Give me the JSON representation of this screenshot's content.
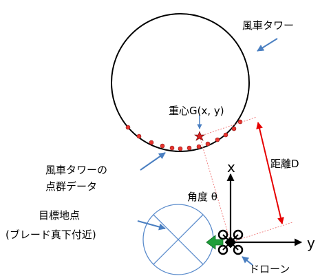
{
  "labels": {
    "tower": "風車タワー",
    "centroid": "重心G(x, y)",
    "distance": "距離D",
    "point_cloud_line1": "風車タワーの",
    "point_cloud_line2": "点群データ",
    "angle": "角度 θ",
    "x_axis": "x",
    "y_axis": "y",
    "target_line1": "目標地点",
    "target_line2": "(ブレード真下付近)",
    "drone": "ドローン"
  },
  "colors": {
    "point_cloud": "#e8342e",
    "distance_arrow": "#e60000",
    "centroid_star": "#d62020",
    "callout_arrow": "#4a7fc1",
    "target_circle": "#5b8ccc",
    "move_arrow": "#1f9e3a",
    "dashed_line": "#f08080",
    "outline": "#000000"
  }
}
